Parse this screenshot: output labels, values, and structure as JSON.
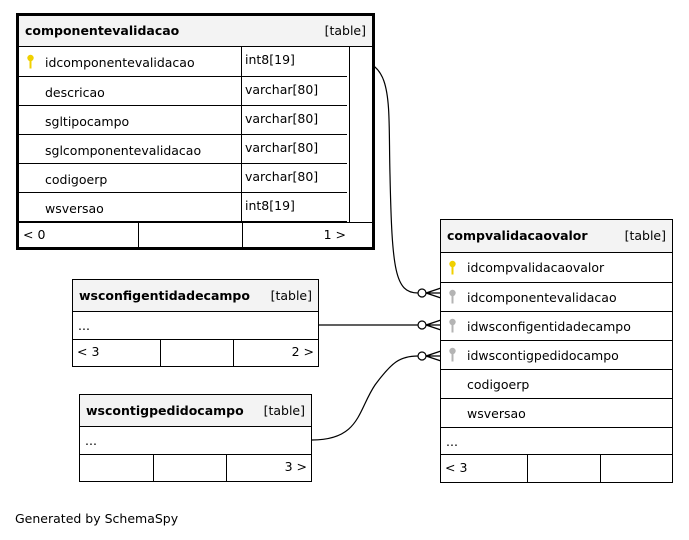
{
  "tables": {
    "componentevalidacao": {
      "name": "componentevalidacao",
      "kind": "[table]",
      "columns": [
        {
          "name": "idcomponentevalidacao",
          "type": "int8[19]",
          "key": "primary"
        },
        {
          "name": "descricao",
          "type": "varchar[80]",
          "key": ""
        },
        {
          "name": "sgltipocampo",
          "type": "varchar[80]",
          "key": ""
        },
        {
          "name": "sglcomponentevalidacao",
          "type": "varchar[80]",
          "key": ""
        },
        {
          "name": "codigoerp",
          "type": "varchar[80]",
          "key": ""
        },
        {
          "name": "wsversao",
          "type": "int8[19]",
          "key": ""
        }
      ],
      "footer": {
        "left": "< 0",
        "right": "1 >"
      }
    },
    "compvalidacaovalor": {
      "name": "compvalidacaovalor",
      "kind": "[table]",
      "columns": [
        {
          "name": "idcompvalidacaovalor",
          "key": "primary"
        },
        {
          "name": "idcomponentevalidacao",
          "key": "foreign"
        },
        {
          "name": "idwsconfigentidadecampo",
          "key": "foreign"
        },
        {
          "name": "idwscontigpedidocampo",
          "key": "foreign"
        },
        {
          "name": "codigoerp",
          "key": ""
        },
        {
          "name": "wsversao",
          "key": ""
        }
      ],
      "ellipsis": "...",
      "footer": {
        "left": "< 3",
        "right": ""
      }
    },
    "wsconfigentidadecampo": {
      "name": "wsconfigentidadecampo",
      "kind": "[table]",
      "ellipsis": "...",
      "footer": {
        "left": "< 3",
        "right": "2 >"
      }
    },
    "wscontigpedidocampo": {
      "name": "wscontigpedidocampo",
      "kind": "[table]",
      "ellipsis": "...",
      "footer": {
        "left": "",
        "right": "3 >"
      }
    }
  },
  "colors": {
    "primary_key": "#f0d000",
    "foreign_key": "#b4b4b4",
    "header_bg": "#f3f3f3"
  },
  "credit": "Generated by SchemaSpy"
}
